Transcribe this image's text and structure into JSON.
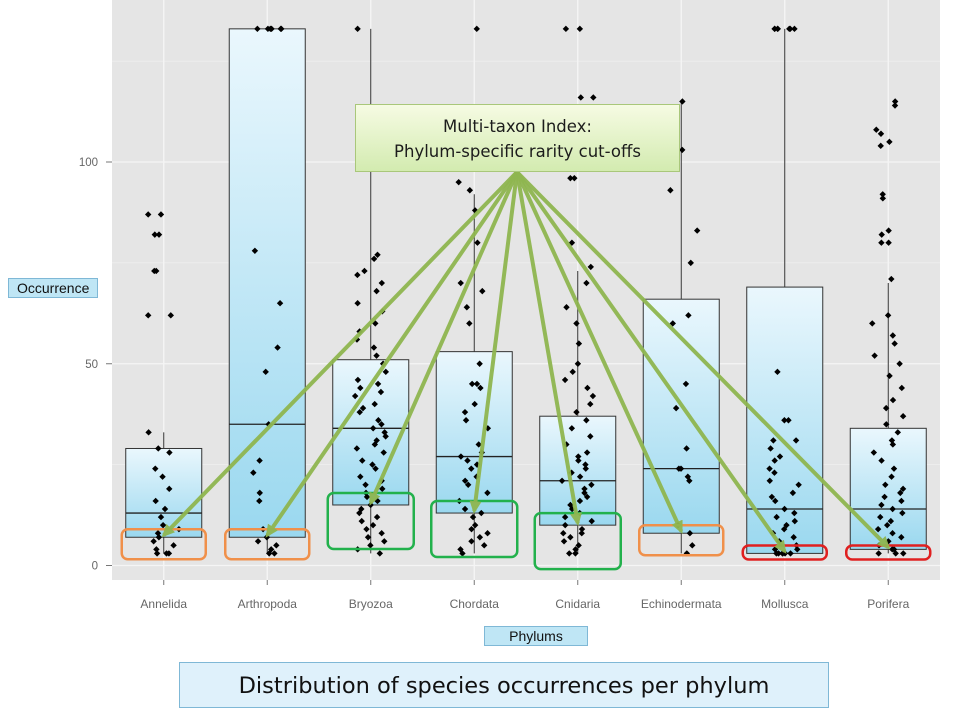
{
  "chart_data": {
    "type": "box",
    "title": "Distribution of species occurrences per phylum",
    "xlabel": "Phylums",
    "ylabel": "Occurrence",
    "ylim": [
      -3,
      140
    ],
    "yticks": [
      0,
      50,
      100
    ],
    "grid": true,
    "categories": [
      "Annelida",
      "Arthropoda",
      "Bryozoa",
      "Chordata",
      "Cnidaria",
      "Echinodermata",
      "Mollusca",
      "Porifera"
    ],
    "boxes": [
      {
        "category": "Annelida",
        "q1": 7,
        "median": 13,
        "q3": 29,
        "whisker_low": 3,
        "whisker_high": 33,
        "cutoff": 7,
        "cutoff_color": "#f0904a"
      },
      {
        "category": "Arthropoda",
        "q1": 7,
        "median": 35,
        "q3": 133,
        "whisker_low": 3,
        "whisker_high": 133,
        "cutoff": 7,
        "cutoff_color": "#f0904a"
      },
      {
        "category": "Bryozoa",
        "q1": 15,
        "median": 34,
        "q3": 51,
        "whisker_low": 3,
        "whisker_high": 133,
        "cutoff": 15,
        "cutoff_color": "#22b14c"
      },
      {
        "category": "Chordata",
        "q1": 13,
        "median": 27,
        "q3": 53,
        "whisker_low": 3,
        "whisker_high": 92,
        "cutoff": 13,
        "cutoff_color": "#22b14c"
      },
      {
        "category": "Cnidaria",
        "q1": 10,
        "median": 21,
        "q3": 37,
        "whisker_low": 3,
        "whisker_high": 73,
        "cutoff": 10,
        "cutoff_color": "#22b14c"
      },
      {
        "category": "Echinodermata",
        "q1": 8,
        "median": 24,
        "q3": 66,
        "whisker_low": 3,
        "whisker_high": 115,
        "cutoff": 8,
        "cutoff_color": "#f0904a"
      },
      {
        "category": "Mollusca",
        "q1": 3,
        "median": 14,
        "q3": 69,
        "whisker_low": 3,
        "whisker_high": 133,
        "cutoff": 3,
        "cutoff_color": "#e02020"
      },
      {
        "category": "Porifera",
        "q1": 4,
        "median": 14,
        "q3": 34,
        "whisker_low": 3,
        "whisker_high": 70,
        "cutoff": 4,
        "cutoff_color": "#e02020"
      }
    ],
    "points": [
      [
        0,
        87
      ],
      [
        0,
        87
      ],
      [
        0,
        82
      ],
      [
        0,
        82
      ],
      [
        0,
        73
      ],
      [
        0,
        73
      ],
      [
        0,
        62
      ],
      [
        0,
        62
      ],
      [
        0,
        33
      ],
      [
        0,
        29
      ],
      [
        0,
        28
      ],
      [
        0,
        24
      ],
      [
        0,
        22
      ],
      [
        0,
        19
      ],
      [
        0,
        16
      ],
      [
        0,
        14
      ],
      [
        0,
        12
      ],
      [
        0,
        10
      ],
      [
        0,
        9
      ],
      [
        0,
        8
      ],
      [
        0,
        7
      ],
      [
        0,
        6
      ],
      [
        0,
        5
      ],
      [
        0,
        4
      ],
      [
        0,
        3
      ],
      [
        0,
        3
      ],
      [
        0,
        3
      ],
      [
        1,
        133
      ],
      [
        1,
        133
      ],
      [
        1,
        133
      ],
      [
        1,
        133
      ],
      [
        1,
        133
      ],
      [
        1,
        133
      ],
      [
        1,
        78
      ],
      [
        1,
        65
      ],
      [
        1,
        54
      ],
      [
        1,
        48
      ],
      [
        1,
        35
      ],
      [
        1,
        26
      ],
      [
        1,
        23
      ],
      [
        1,
        18
      ],
      [
        1,
        16
      ],
      [
        1,
        9
      ],
      [
        1,
        7
      ],
      [
        1,
        6
      ],
      [
        1,
        5
      ],
      [
        1,
        4
      ],
      [
        1,
        3
      ],
      [
        1,
        3
      ],
      [
        2,
        133
      ],
      [
        2,
        77
      ],
      [
        2,
        76
      ],
      [
        2,
        73
      ],
      [
        2,
        72
      ],
      [
        2,
        70
      ],
      [
        2,
        68
      ],
      [
        2,
        65
      ],
      [
        2,
        63
      ],
      [
        2,
        60
      ],
      [
        2,
        58
      ],
      [
        2,
        56
      ],
      [
        2,
        54
      ],
      [
        2,
        52
      ],
      [
        2,
        50
      ],
      [
        2,
        48
      ],
      [
        2,
        46
      ],
      [
        2,
        45
      ],
      [
        2,
        44
      ],
      [
        2,
        43
      ],
      [
        2,
        42
      ],
      [
        2,
        40
      ],
      [
        2,
        39
      ],
      [
        2,
        38
      ],
      [
        2,
        36
      ],
      [
        2,
        35
      ],
      [
        2,
        34
      ],
      [
        2,
        33
      ],
      [
        2,
        32
      ],
      [
        2,
        31
      ],
      [
        2,
        30
      ],
      [
        2,
        29
      ],
      [
        2,
        28
      ],
      [
        2,
        26
      ],
      [
        2,
        25
      ],
      [
        2,
        24
      ],
      [
        2,
        22
      ],
      [
        2,
        21
      ],
      [
        2,
        20
      ],
      [
        2,
        19
      ],
      [
        2,
        18
      ],
      [
        2,
        17
      ],
      [
        2,
        16
      ],
      [
        2,
        15
      ],
      [
        2,
        14
      ],
      [
        2,
        13
      ],
      [
        2,
        12
      ],
      [
        2,
        11
      ],
      [
        2,
        10
      ],
      [
        2,
        9
      ],
      [
        2,
        8
      ],
      [
        2,
        7
      ],
      [
        2,
        6
      ],
      [
        2,
        5
      ],
      [
        2,
        4
      ],
      [
        2,
        3
      ],
      [
        3,
        133
      ],
      [
        3,
        95
      ],
      [
        3,
        93
      ],
      [
        3,
        88
      ],
      [
        3,
        80
      ],
      [
        3,
        70
      ],
      [
        3,
        68
      ],
      [
        3,
        64
      ],
      [
        3,
        60
      ],
      [
        3,
        50
      ],
      [
        3,
        45
      ],
      [
        3,
        45
      ],
      [
        3,
        44
      ],
      [
        3,
        40
      ],
      [
        3,
        38
      ],
      [
        3,
        36
      ],
      [
        3,
        34
      ],
      [
        3,
        30
      ],
      [
        3,
        28
      ],
      [
        3,
        27
      ],
      [
        3,
        26
      ],
      [
        3,
        25
      ],
      [
        3,
        24
      ],
      [
        3,
        22
      ],
      [
        3,
        21
      ],
      [
        3,
        20
      ],
      [
        3,
        18
      ],
      [
        3,
        16
      ],
      [
        3,
        14
      ],
      [
        3,
        13
      ],
      [
        3,
        12
      ],
      [
        3,
        10
      ],
      [
        3,
        9
      ],
      [
        3,
        8
      ],
      [
        3,
        7
      ],
      [
        3,
        6
      ],
      [
        3,
        5
      ],
      [
        3,
        4
      ],
      [
        3,
        3
      ],
      [
        4,
        133
      ],
      [
        4,
        133
      ],
      [
        4,
        116
      ],
      [
        4,
        116
      ],
      [
        4,
        96
      ],
      [
        4,
        96
      ],
      [
        4,
        80
      ],
      [
        4,
        74
      ],
      [
        4,
        70
      ],
      [
        4,
        64
      ],
      [
        4,
        60
      ],
      [
        4,
        55
      ],
      [
        4,
        50
      ],
      [
        4,
        48
      ],
      [
        4,
        46
      ],
      [
        4,
        44
      ],
      [
        4,
        42
      ],
      [
        4,
        40
      ],
      [
        4,
        38
      ],
      [
        4,
        36
      ],
      [
        4,
        34
      ],
      [
        4,
        32
      ],
      [
        4,
        30
      ],
      [
        4,
        28
      ],
      [
        4,
        27
      ],
      [
        4,
        26
      ],
      [
        4,
        25
      ],
      [
        4,
        24
      ],
      [
        4,
        23
      ],
      [
        4,
        22
      ],
      [
        4,
        21
      ],
      [
        4,
        20
      ],
      [
        4,
        19
      ],
      [
        4,
        18
      ],
      [
        4,
        17
      ],
      [
        4,
        16
      ],
      [
        4,
        15
      ],
      [
        4,
        14
      ],
      [
        4,
        13
      ],
      [
        4,
        12
      ],
      [
        4,
        11
      ],
      [
        4,
        10
      ],
      [
        4,
        9
      ],
      [
        4,
        8
      ],
      [
        4,
        8
      ],
      [
        4,
        7
      ],
      [
        4,
        6
      ],
      [
        4,
        5
      ],
      [
        4,
        4
      ],
      [
        4,
        3
      ],
      [
        4,
        3
      ],
      [
        5,
        115
      ],
      [
        5,
        103
      ],
      [
        5,
        93
      ],
      [
        5,
        83
      ],
      [
        5,
        75
      ],
      [
        5,
        62
      ],
      [
        5,
        60
      ],
      [
        5,
        45
      ],
      [
        5,
        39
      ],
      [
        5,
        29
      ],
      [
        5,
        24
      ],
      [
        5,
        24
      ],
      [
        5,
        22
      ],
      [
        5,
        21
      ],
      [
        5,
        10
      ],
      [
        5,
        8
      ],
      [
        5,
        5
      ],
      [
        5,
        3
      ],
      [
        6,
        133
      ],
      [
        6,
        133
      ],
      [
        6,
        133
      ],
      [
        6,
        133
      ],
      [
        6,
        133
      ],
      [
        6,
        133
      ],
      [
        6,
        133
      ],
      [
        6,
        48
      ],
      [
        6,
        36
      ],
      [
        6,
        36
      ],
      [
        6,
        31
      ],
      [
        6,
        31
      ],
      [
        6,
        29
      ],
      [
        6,
        27
      ],
      [
        6,
        26
      ],
      [
        6,
        24
      ],
      [
        6,
        23
      ],
      [
        6,
        21
      ],
      [
        6,
        20
      ],
      [
        6,
        18
      ],
      [
        6,
        17
      ],
      [
        6,
        16
      ],
      [
        6,
        14
      ],
      [
        6,
        13
      ],
      [
        6,
        12
      ],
      [
        6,
        11
      ],
      [
        6,
        10
      ],
      [
        6,
        9
      ],
      [
        6,
        8
      ],
      [
        6,
        7
      ],
      [
        6,
        6
      ],
      [
        6,
        5
      ],
      [
        6,
        4
      ],
      [
        6,
        4
      ],
      [
        6,
        3
      ],
      [
        6,
        3
      ],
      [
        6,
        3
      ],
      [
        6,
        3
      ],
      [
        6,
        3
      ],
      [
        6,
        3
      ],
      [
        7,
        115
      ],
      [
        7,
        114
      ],
      [
        7,
        108
      ],
      [
        7,
        107
      ],
      [
        7,
        105
      ],
      [
        7,
        104
      ],
      [
        7,
        92
      ],
      [
        7,
        91
      ],
      [
        7,
        83
      ],
      [
        7,
        82
      ],
      [
        7,
        80
      ],
      [
        7,
        80
      ],
      [
        7,
        71
      ],
      [
        7,
        62
      ],
      [
        7,
        60
      ],
      [
        7,
        57
      ],
      [
        7,
        55
      ],
      [
        7,
        52
      ],
      [
        7,
        50
      ],
      [
        7,
        47
      ],
      [
        7,
        44
      ],
      [
        7,
        41
      ],
      [
        7,
        39
      ],
      [
        7,
        37
      ],
      [
        7,
        35
      ],
      [
        7,
        33
      ],
      [
        7,
        31
      ],
      [
        7,
        30
      ],
      [
        7,
        28
      ],
      [
        7,
        26
      ],
      [
        7,
        24
      ],
      [
        7,
        22
      ],
      [
        7,
        20
      ],
      [
        7,
        19
      ],
      [
        7,
        18
      ],
      [
        7,
        17
      ],
      [
        7,
        16
      ],
      [
        7,
        15
      ],
      [
        7,
        14
      ],
      [
        7,
        13
      ],
      [
        7,
        12
      ],
      [
        7,
        11
      ],
      [
        7,
        10
      ],
      [
        7,
        9
      ],
      [
        7,
        8
      ],
      [
        7,
        7
      ],
      [
        7,
        6
      ],
      [
        7,
        5
      ],
      [
        7,
        4
      ],
      [
        7,
        4
      ],
      [
        7,
        3
      ],
      [
        7,
        3
      ],
      [
        7,
        3
      ]
    ]
  },
  "callout": {
    "line1": "Multi-taxon Index:",
    "line2": "Phylum-specific rarity cut-offs"
  },
  "colors": {
    "panel_bg": "#e5e5e5",
    "grid": "#f5f5f5",
    "box_top": "#eaf7fd",
    "box_bottom": "#9ad8ef",
    "arrow": "#8fb650",
    "point": "#000000"
  }
}
